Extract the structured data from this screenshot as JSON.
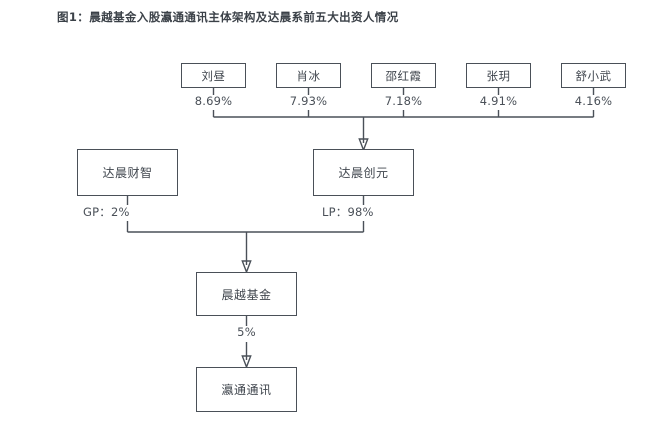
{
  "figure": {
    "title": "图1：晨越基金入股瀛通通讯主体架构及达晨系前五大出资人情况",
    "border_color": "#4a5058",
    "text_color": "#3f454d",
    "background": "#ffffff"
  },
  "shareholders": [
    {
      "name": "刘昼",
      "percent": "8.69%"
    },
    {
      "name": "肖冰",
      "percent": "7.93%"
    },
    {
      "name": "邵红霞",
      "percent": "7.18%"
    },
    {
      "name": "张玥",
      "percent": "4.91%"
    },
    {
      "name": "舒小武",
      "percent": "4.16%"
    }
  ],
  "entities": {
    "gp": {
      "name": "达晨财智",
      "stake_label": "GP：2%"
    },
    "lp": {
      "name": "达晨创元",
      "stake_label": "LP：98%"
    },
    "fund": {
      "name": "晨越基金"
    },
    "target": {
      "name": "瀛通通讯"
    }
  },
  "edges": {
    "fund_to_target": "5%"
  }
}
